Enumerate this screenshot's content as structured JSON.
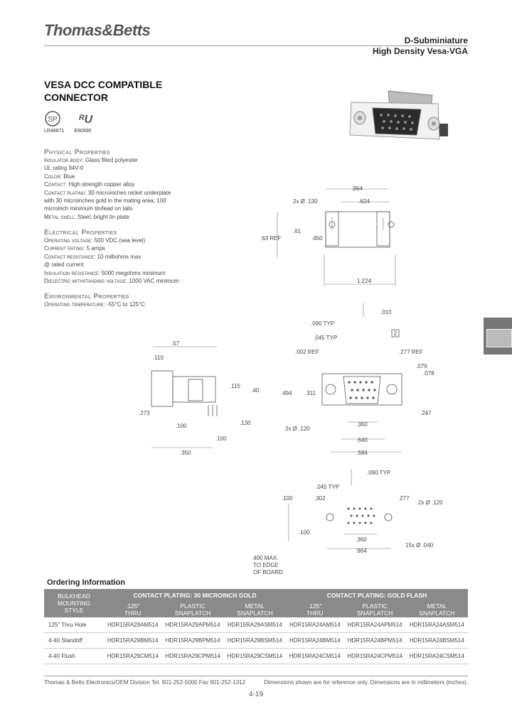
{
  "header": {
    "logo": "Thomas&Betts",
    "series_line1": "D-Subminiature",
    "series_line2": "High Density Vesa-VGA"
  },
  "title": {
    "line1": "VESA DCC COMPATIBLE",
    "line2": "CONNECTOR"
  },
  "certs": {
    "ul_file": "LR48671",
    "csa_file": "E60990"
  },
  "physical": {
    "heading": "Physical Properties",
    "lines": [
      {
        "k": "Insulator body:",
        "v": "Glass filled polyester"
      },
      {
        "k": "",
        "v": "UL rating 94V-0"
      },
      {
        "k": "Color:",
        "v": "Blue"
      },
      {
        "k": "Contact:",
        "v": "High strength copper alloy"
      },
      {
        "k": "Contact plating:",
        "v": "30 microinches nickel underplate"
      },
      {
        "k": "",
        "v": "with 30 microinches gold in the mating area, 100"
      },
      {
        "k": "",
        "v": "microinch minimum tin/lead on tails"
      },
      {
        "k": "Metal shell:",
        "v": "Steel, bright tin plate"
      }
    ]
  },
  "electrical": {
    "heading": "Electrical Properties",
    "lines": [
      {
        "k": "Operating voltage:",
        "v": "500 VDC (sea level)"
      },
      {
        "k": "Current rating:",
        "v": "5 amps"
      },
      {
        "k": "Contact resistance:",
        "v": "10 milliohms max"
      },
      {
        "k": "",
        "v": "@ rated current"
      },
      {
        "k": "Insulation resistance:",
        "v": "5000 megohms minimum"
      },
      {
        "k": "Dielectric withstanding voltage:",
        "v": "1000 VAC minimum"
      }
    ]
  },
  "environmental": {
    "heading": "Environmental Properties",
    "lines": [
      {
        "k": "Operating temperature:",
        "v": "-55°C to 125°C"
      }
    ]
  },
  "drawing_labels": {
    "d1": {
      "holes": "2x Ø .130",
      "w964": ".964",
      "w624": ".624",
      "ref": ".63 REF",
      "h450": ".450",
      "w1224": "1.224",
      "h61": ".61"
    },
    "d2": {
      "w57": ".57",
      "d110": ".110",
      "d115": ".115",
      "d40": ".40",
      "d273": ".273",
      "d100a": ".100",
      "d130": ".130",
      "d100b": ".100",
      "w350": ".350"
    },
    "d3": {
      "d010": ".010",
      "d090": ".090 TYP",
      "d045": ".045 TYP",
      "d002": ".002 REF",
      "d277": ".277 REF",
      "d079": ".079",
      "d078": ".078",
      "d494": ".494",
      "d311": ".311",
      "d247": ".247",
      "holes": "2x Ø .120",
      "d360": ".360",
      "d640": ".640",
      "d584": ".584",
      "flag": "2"
    },
    "d4": {
      "d090": ".090 TYP",
      "d045": ".045 TYP",
      "d100": ".100",
      "d302": ".302",
      "d277": ".277",
      "holes": "2x Ø .120",
      "d100b": ".100",
      "d360": ".360",
      "d964": ".964",
      "pins": "15x Ø .040",
      "note1": ".400 MAX.",
      "note2": "TO EDGE",
      "note3": "OF BOARD"
    }
  },
  "ordering": {
    "title": "Ordering Information",
    "group1": "CONTACT PLATING: 30 MICROINCH GOLD",
    "group2": "CONTACT PLATING: GOLD FLASH",
    "col0": [
      "BULKHEAD",
      "MOUNTING",
      "STYLE"
    ],
    "subcols": [
      [
        ".125\"",
        "THRU"
      ],
      [
        "PLASTIC",
        "SNAPLATCH"
      ],
      [
        "METAL",
        "SNAPLATCH"
      ],
      [
        ".125\"",
        "THRU"
      ],
      [
        "PLASTIC",
        "SNAPLATCH"
      ],
      [
        "METAL",
        "SNAPLATCH"
      ]
    ],
    "rows": [
      [
        "125\" Thru Hole",
        "HDR15RA29AM514",
        "HDR15RA29APM514",
        "HDR15RA29ASM514",
        "HDR15RA24AM514",
        "HDR15RA24APM514",
        "HDR15RA24ASM514"
      ],
      [
        "4-40 Standoff",
        "HDR15RA29BM514",
        "HDR15RA29BPM514",
        "HDR15RA29BSM514",
        "HDR15RA24BM514",
        "HDR15RA24BPM514",
        "HDR15RA24BSM514"
      ],
      [
        "4-40 Flush",
        "HDR15RA29CM514",
        "HDR15RA29CPM514",
        "HDR15RA29CSM514",
        "HDR15RA24CM514",
        "HDR15RA24CPM514",
        "HDR15RA24CSM514"
      ]
    ]
  },
  "footer": {
    "left": "Thomas & Betts Electronics/OEM Division   Tel. 901-252-5000  Fax 901-252-1312",
    "right": "Dimensions shown are for reference only. Dimensions are in millimeters (inches).",
    "page": "4-19"
  }
}
